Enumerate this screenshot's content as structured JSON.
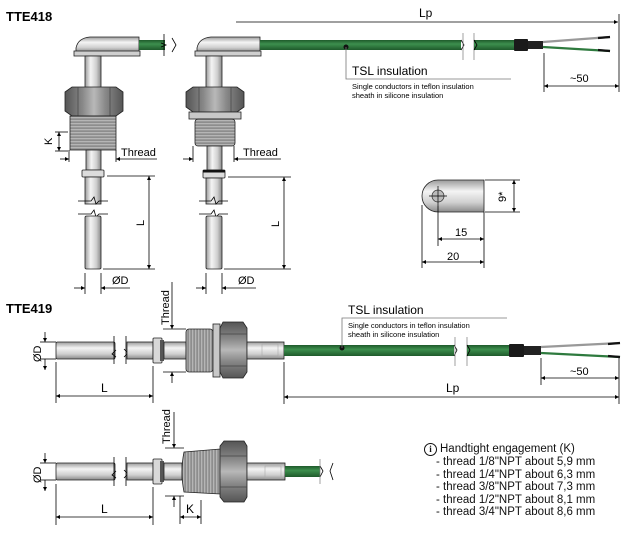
{
  "sections": {
    "tte418": {
      "title": "TTE418"
    },
    "tte419": {
      "title": "TTE419"
    }
  },
  "labels": {
    "lp": "Lp",
    "thread": "Thread",
    "length": "L",
    "diameter": "ØD",
    "engagement": "K",
    "cable_end": "~50",
    "tsl_insulation": "TSL insulation",
    "conductor_desc_1": "Single conductors in teflon insulation",
    "conductor_desc_2": "sheath in silicone insulation",
    "tip_width": "9*",
    "tip_len_15": "15",
    "tip_len_20": "20"
  },
  "note": {
    "icon": "info-icon",
    "heading": "Handtight engagement (K)",
    "items": [
      "- thread 1/8\"NPT about 5,9 mm",
      "- thread 1/4\"NPT about 6,3 mm",
      "- thread 3/8\"NPT about 7,3 mm",
      "- thread 1/2\"NPT about 8,1 mm",
      "- thread 3/4\"NPT about 8,6 mm"
    ]
  },
  "colors": {
    "cable_green": "#2e7a3e",
    "metal_light": "#e4e4e4",
    "metal_dark": "#8a8a8a",
    "nut": "#9a9a9a",
    "heat_shrink": "#1a1a1a"
  }
}
